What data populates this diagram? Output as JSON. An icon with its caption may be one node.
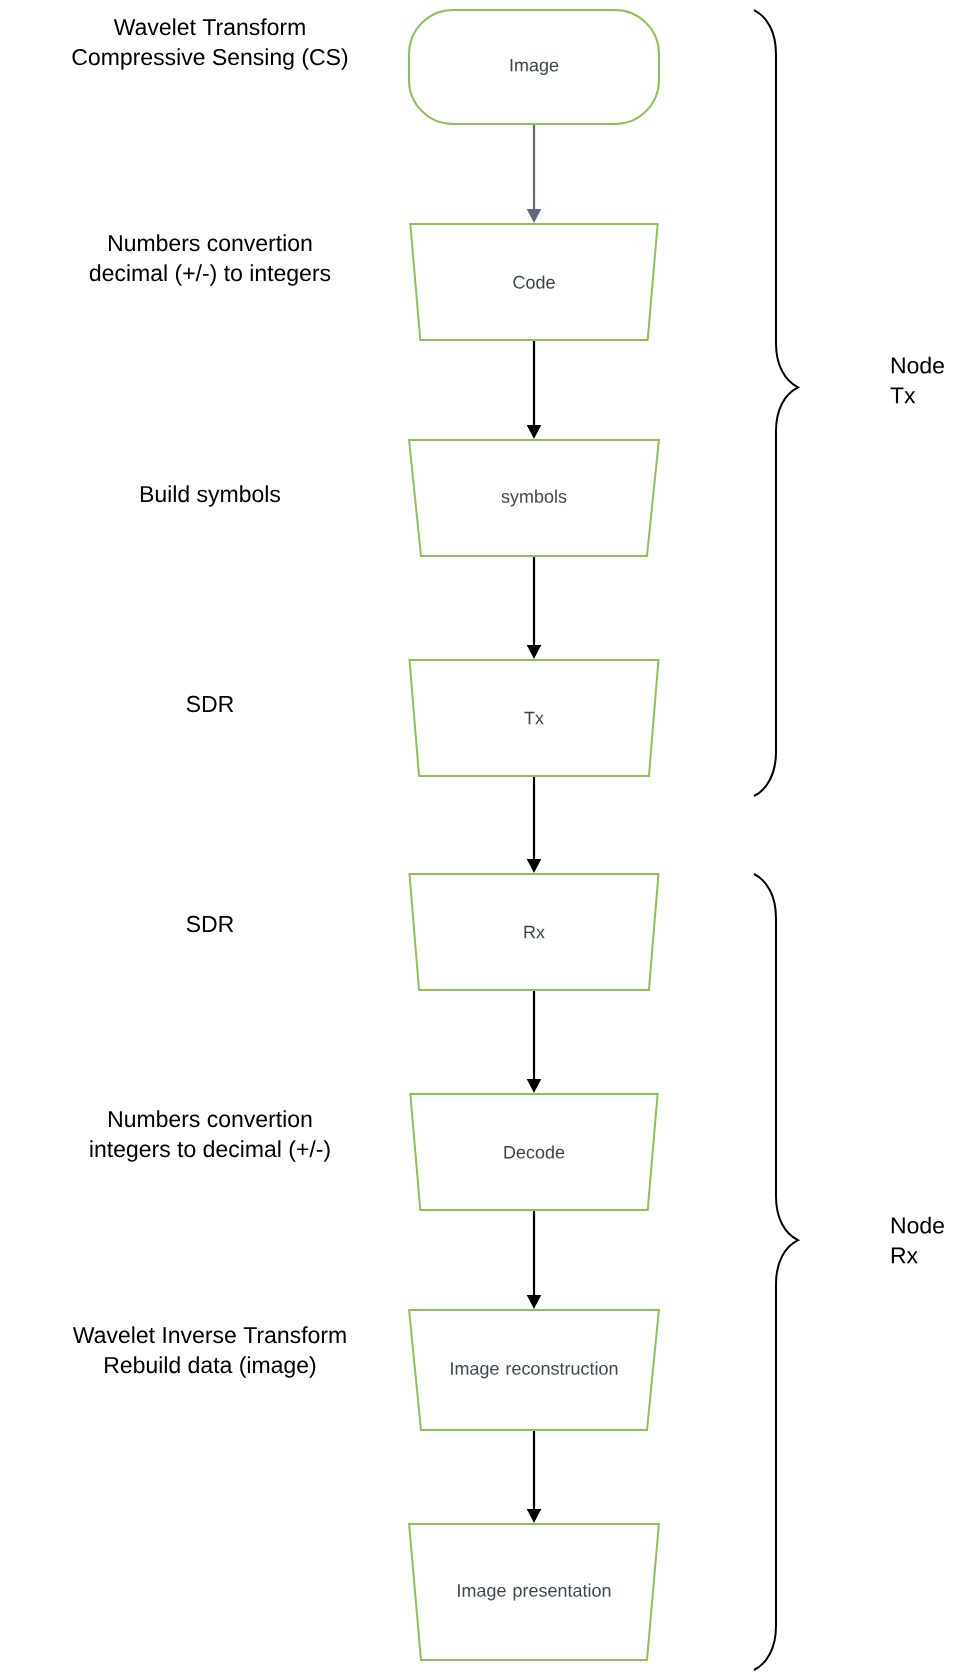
{
  "diagram": {
    "nodes": [
      {
        "text": [
          "Image"
        ],
        "beside": [
          "Wavelet Transform",
          "Compressive Sensing (CS)"
        ]
      },
      {
        "text": [
          "Code"
        ],
        "beside": [
          "Numbers convertion",
          "decimal (+/-) to integers"
        ]
      },
      {
        "text": [
          "symbols"
        ]
      },
      {
        "text": [
          "Tx"
        ]
      },
      {
        "text": [
          "Rx"
        ]
      },
      {
        "text": [
          "Decode"
        ],
        "beside": [
          "Numbers convertion",
          "integers to decimal (+/-)"
        ]
      },
      {
        "text": [
          "Image reconstruction"
        ],
        "beside": [
          "Wavelet  Inverse Transform",
          "Rebuild  data (image)"
        ]
      },
      {
        "text": [
          "Image presentation"
        ]
      }
    ],
    "edges": [
      {
        "from": 0,
        "to": 1,
        "arrow": "to",
        "color": "#5f6b78"
      },
      {
        "from": 1,
        "to": 2,
        "arrow": "to"
      },
      {
        "from": 2,
        "to": 3,
        "arrow": "to"
      },
      {
        "from": 3,
        "to": 4,
        "arrow": "to"
      },
      {
        "from": 4,
        "to": 5,
        "arrow": "to"
      },
      {
        "from": 5,
        "to": 6,
        "arrow": "to"
      },
      {
        "from": 6,
        "to": 7,
        "arrow": "to"
      }
    ],
    "labels": [
      "Node Tx",
      "Build symbols",
      "SDR",
      "SDR",
      "Node Rx"
    ]
  }
}
